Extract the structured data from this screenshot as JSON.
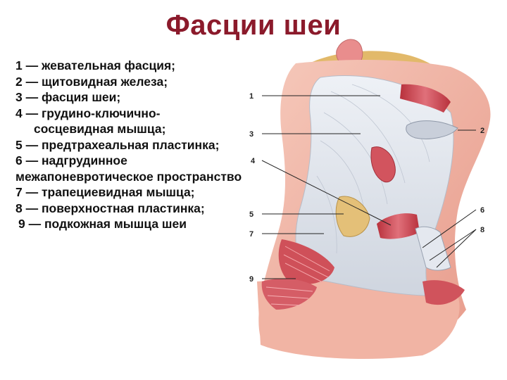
{
  "title": "Фасции шеи",
  "legend": [
    "1 — жевательная фасция;",
    "2 — щитовидная железа;",
    "3 — фасция шеи;",
    "4 — грудино-ключично-",
    "сосцевидная мышца;",
    "5 — предтрахеальная пластинка;",
    "6 — надгрудинное",
    "межапоневротическое пространство",
    "7 — трапециевидная мышца;",
    "8 — поверхностная пластинка;",
    "9 — подкожная мышца шеи"
  ],
  "figure_labels": {
    "l1": "1",
    "l2": "2",
    "l3": "3",
    "l4": "4",
    "l5": "5",
    "l6": "6",
    "l7": "7",
    "l8": "8",
    "l9": "9"
  },
  "colors": {
    "title": "#8b1a2b",
    "skin": "#f0b8a8",
    "muscle": "#c8464e",
    "fascia": "#dfe3ea",
    "hair": "#e2b96a"
  }
}
